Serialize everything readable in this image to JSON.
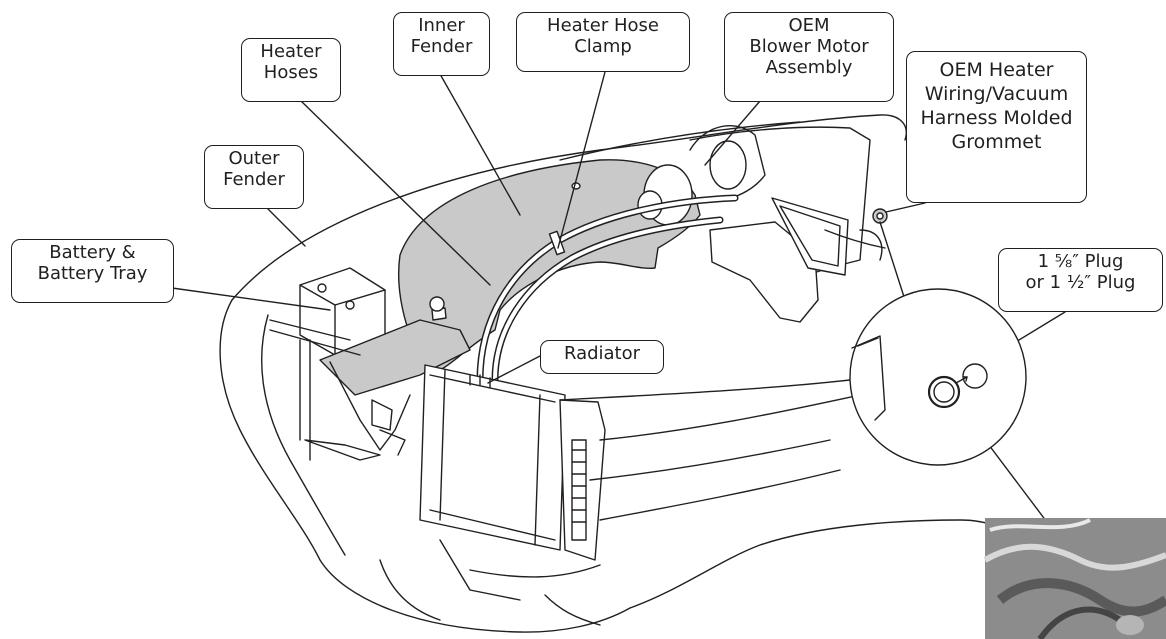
{
  "labels": {
    "heater_hoses": [
      "Heater",
      "Hoses"
    ],
    "inner_fender": [
      "Inner",
      "Fender"
    ],
    "heater_hose_clamp": [
      "Heater Hose",
      "Clamp"
    ],
    "oem_blower_motor": [
      "OEM",
      "Blower Motor",
      "Assembly"
    ],
    "oem_heater_harness": [
      "OEM Heater",
      "Wiring/Vacuum",
      "Harness Molded",
      "Grommet"
    ],
    "outer_fender": [
      "Outer",
      "Fender"
    ],
    "battery": [
      "Battery &",
      "Battery Tray"
    ],
    "radiator": [
      "Radiator"
    ],
    "plug": [
      "1 ⅝″ Plug",
      "or 1 ½″ Plug"
    ]
  },
  "colors": {
    "line": "#231f20",
    "fender_fill": "#c9c9c9",
    "photo_fill": "#8c8c8c"
  }
}
